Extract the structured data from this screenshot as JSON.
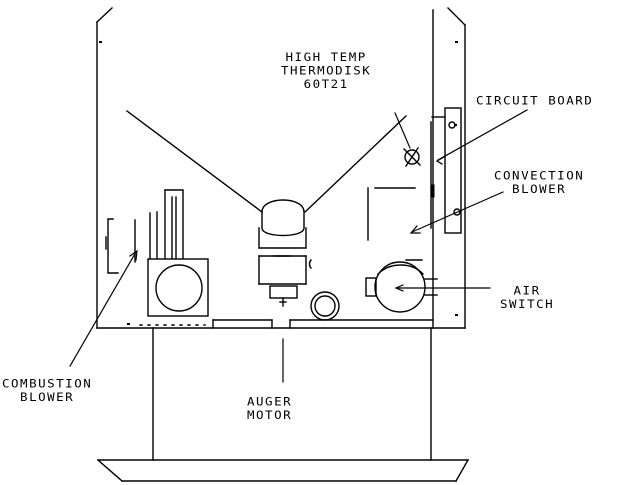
{
  "labels": {
    "high_temp": [
      "HIGH TEMP",
      "THERMODISK",
      "60T21"
    ],
    "circuit_board": "CIRCUIT BOARD",
    "convection_blower": [
      "CONVECTION",
      "BLOWER"
    ],
    "air_switch": [
      "AIR",
      "SWITCH"
    ],
    "combustion_blower": [
      "COMBUSTION",
      "BLOWER"
    ],
    "auger_motor": [
      "AUGER",
      "MOTOR"
    ]
  }
}
